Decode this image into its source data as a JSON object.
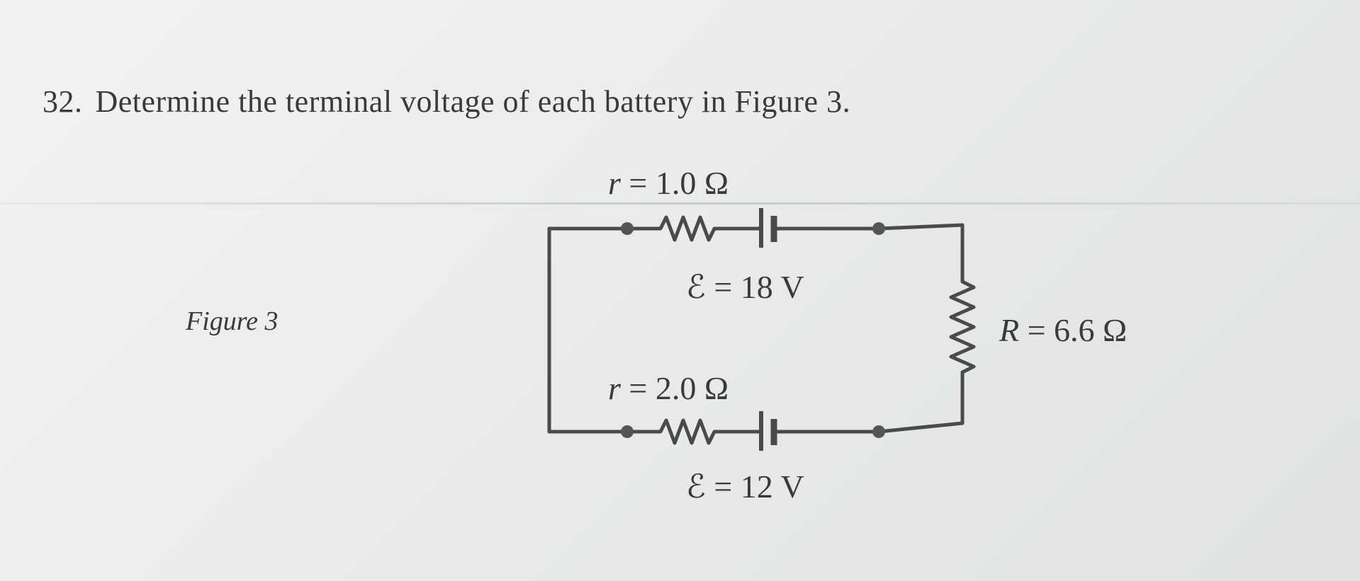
{
  "question": {
    "number": "32.",
    "text": "Determine the terminal voltage of each battery in Figure 3."
  },
  "figure": {
    "label": "Figure 3",
    "top_battery": {
      "r_symbol": "r",
      "r_value": "= 1.0 Ω",
      "emf_symbol": "ℰ",
      "emf_value": "= 18 V"
    },
    "bottom_battery": {
      "r_symbol": "r",
      "r_value": "= 2.0 Ω",
      "emf_symbol": "ℰ",
      "emf_value": "= 12 V"
    },
    "load": {
      "R_symbol": "R",
      "R_value": "= 6.6 Ω"
    }
  }
}
